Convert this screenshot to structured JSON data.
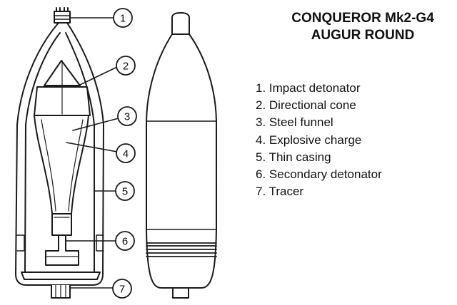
{
  "title": {
    "line1": "CONQUEROR Mk2-G4",
    "line2": "AUGUR ROUND"
  },
  "legend": [
    {
      "number": "1",
      "text": "1. Impact detonator"
    },
    {
      "number": "2",
      "text": "2. Directional cone"
    },
    {
      "number": "3",
      "text": "3. Steel funnel"
    },
    {
      "number": "4",
      "text": "4. Explosive charge"
    },
    {
      "number": "5",
      "text": "5. Thin casing"
    },
    {
      "number": "6",
      "text": "6. Secondary detonator"
    },
    {
      "number": "7",
      "text": "7. Tracer"
    }
  ],
  "colors": {
    "line": "#1a1a1a",
    "background": "#ffffff"
  }
}
